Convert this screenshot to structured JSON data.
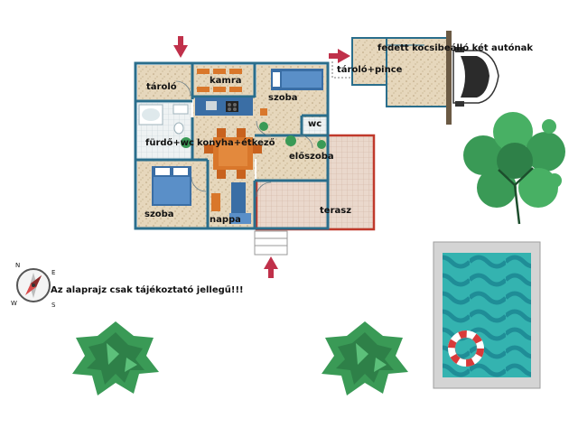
{
  "rooms": {
    "storage": "tároló",
    "pantry": "kamra",
    "bedroom_top": "szoba",
    "wc": "wc",
    "bathroom": "fürdő+wc",
    "kitchen": "konyha+étkező",
    "hall": "előszoba",
    "bedroom_bottom": "szoba",
    "living": "nappali",
    "terrace": "terasz",
    "carport": "fedett kocsibeálló két autónak",
    "storage_cellar": "tároló+pince"
  },
  "note": "Az alaprajz csak tájékoztató jellegű!!!",
  "compass": {
    "n": "N",
    "e": "E",
    "s": "S",
    "w": "W"
  },
  "colors": {
    "wall": "#2a6e8c",
    "terrace_wall": "#c0392b",
    "arrow": "#c0304a",
    "floor_tile": "#d9c7a8",
    "wood": "#d9772b",
    "bed_blue": "#3a6ea5",
    "pool_edge": "#c8c8c8",
    "pool_water": "#2aa6a6",
    "tree_green": "#3a9a56"
  }
}
